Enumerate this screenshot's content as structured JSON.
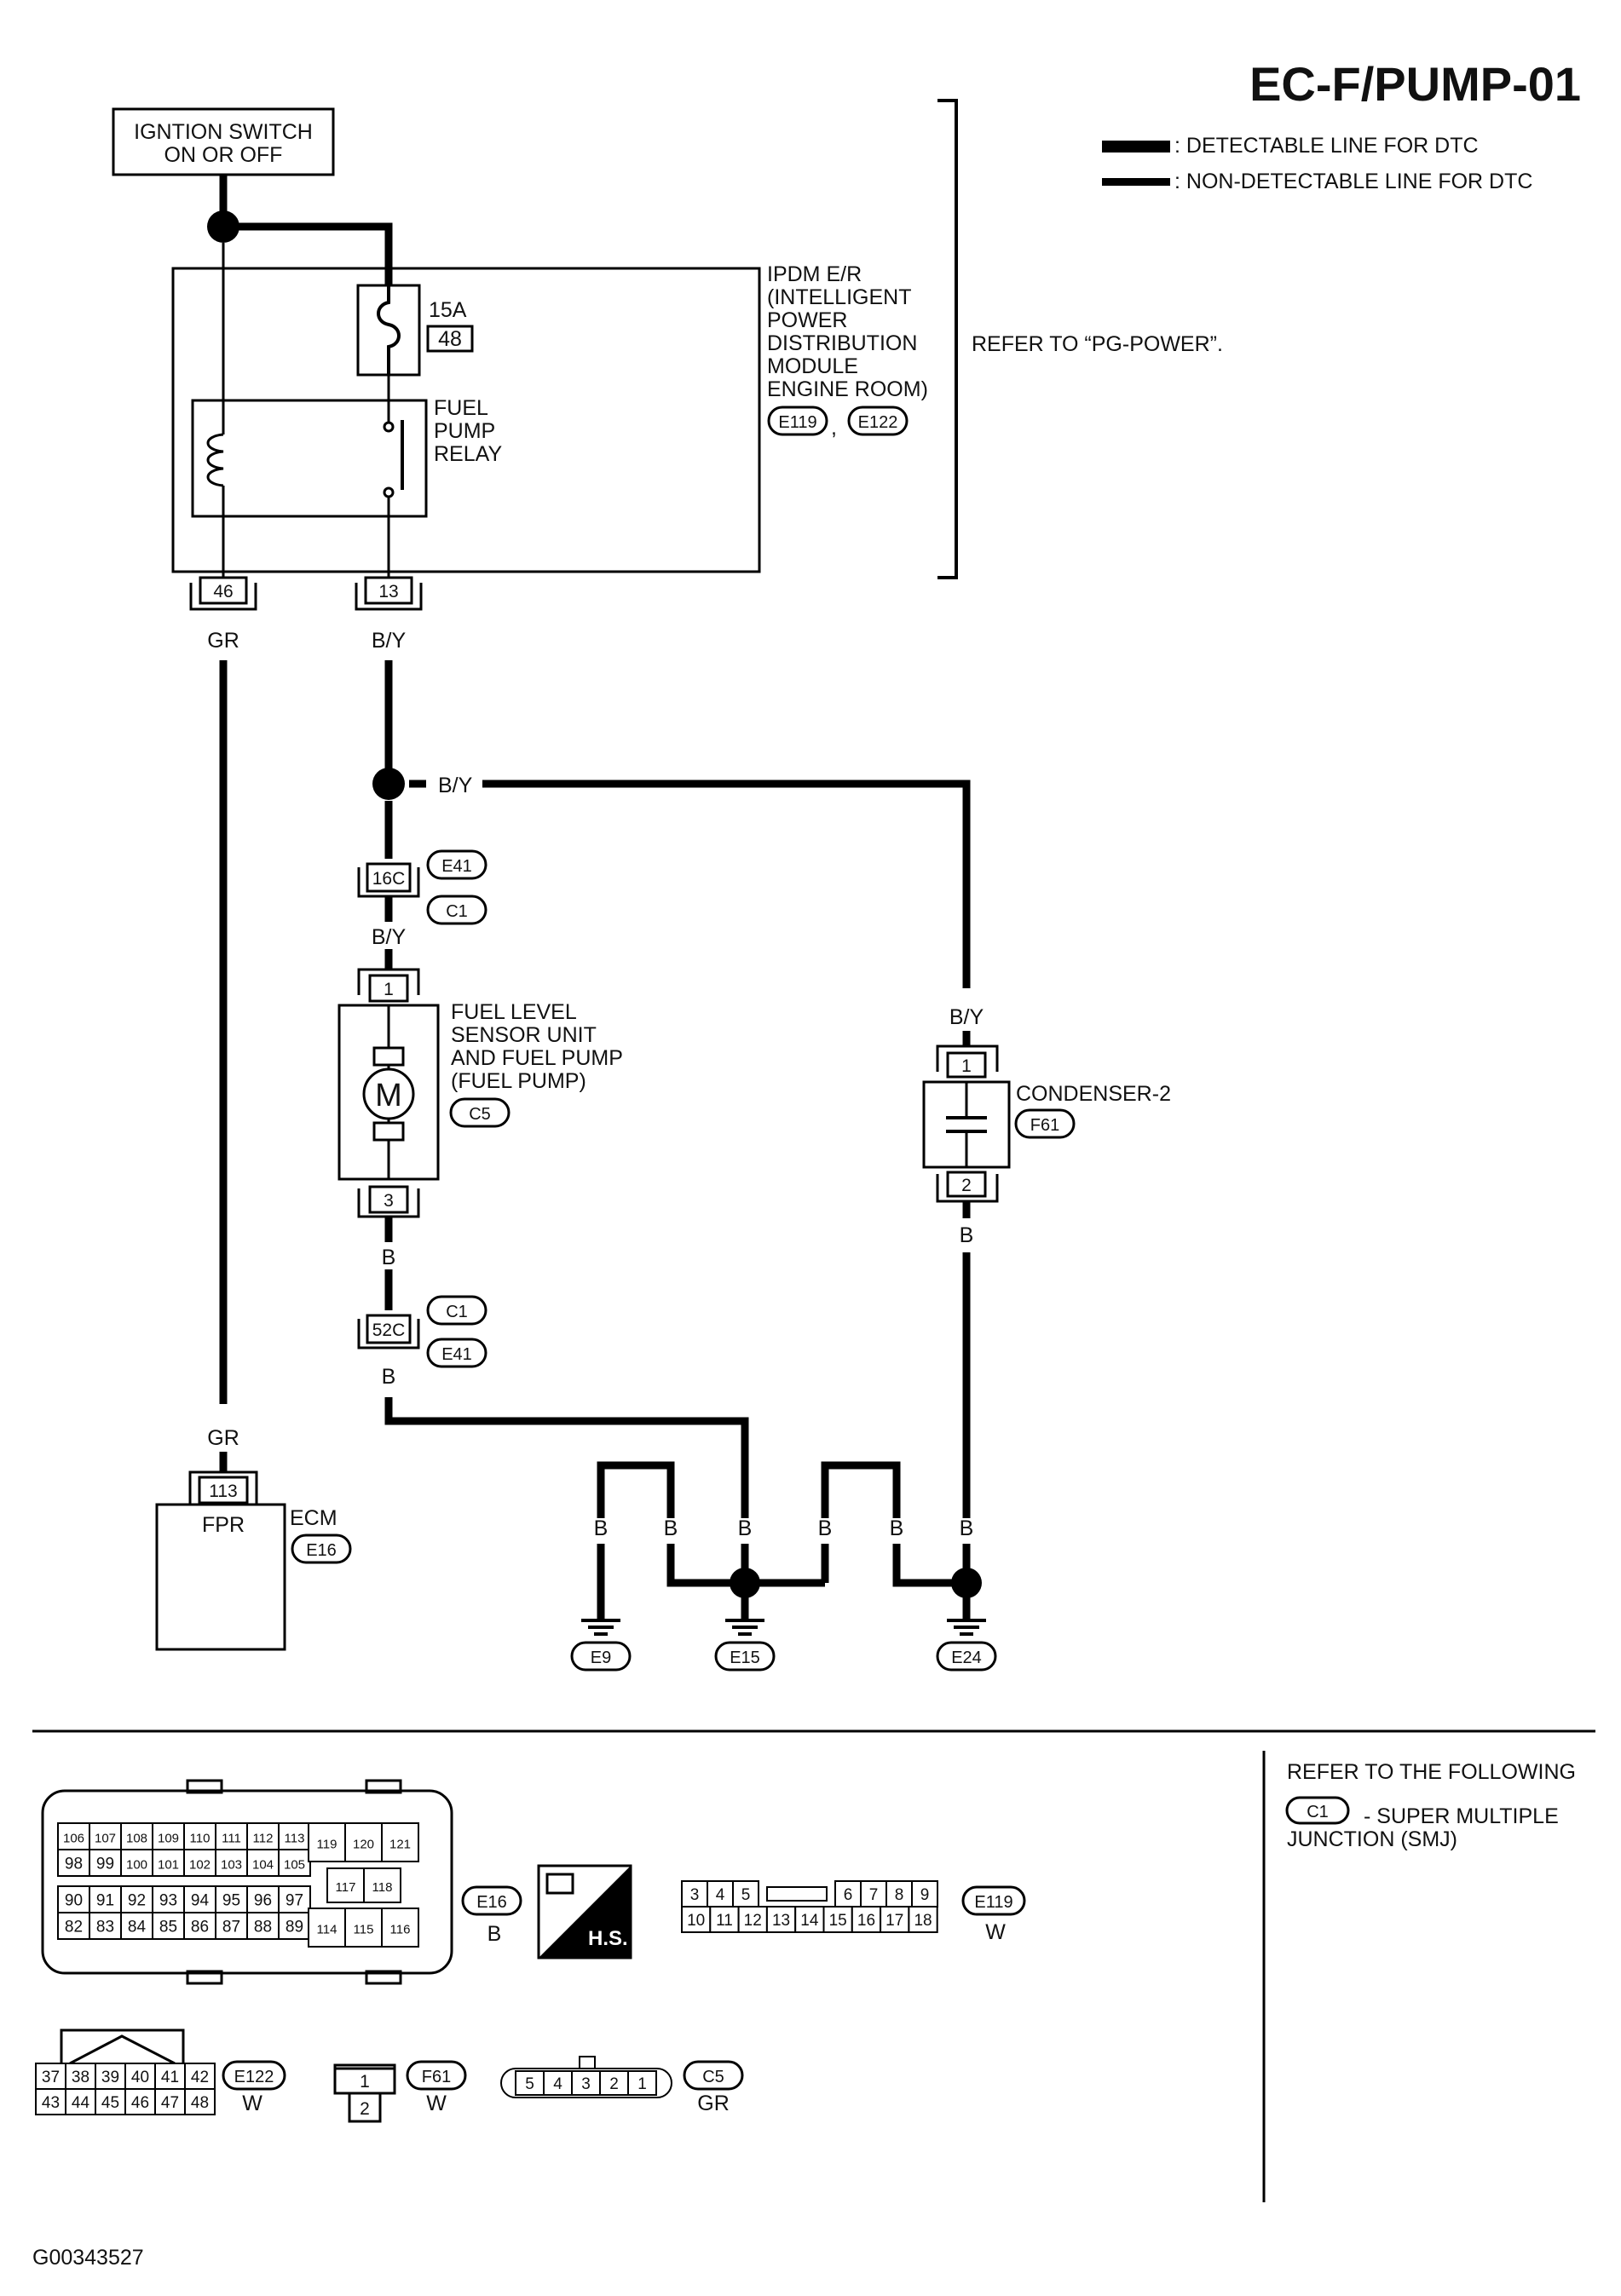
{
  "title": "EC-F/PUMP-01",
  "legend": {
    "detectable": ": DETECTABLE LINE FOR DTC",
    "non_detectable": ": NON-DETECTABLE LINE FOR DTC"
  },
  "ignition_switch": {
    "line1": "IGNTION SWITCH",
    "line2": "ON OR OFF"
  },
  "ipdm": {
    "lines": [
      "IPDM E/R",
      "(INTELLIGENT",
      "POWER",
      "DISTRIBUTION",
      "MODULE",
      "ENGINE ROOM)"
    ],
    "connector1": "E119",
    "separator": ",",
    "connector2": "E122",
    "refer": "REFER TO “PG-POWER”."
  },
  "fuse": {
    "rating": "15A",
    "number": "48"
  },
  "relay": {
    "lines": [
      "FUEL",
      "PUMP",
      "RELAY"
    ]
  },
  "pins": {
    "ipdm_46": "46",
    "ipdm_13": "13",
    "smj_16c": "16C",
    "pump_1": "1",
    "pump_3": "3",
    "smj_52c": "52C",
    "cond_1": "1",
    "cond_2": "2",
    "ecm_113": "113"
  },
  "wire_colors": {
    "gr_top": "GR",
    "by_top": "B/Y",
    "by_junction": "B/Y",
    "by_mid": "B/Y",
    "by_cond": "B/Y",
    "b_pump": "B",
    "b_smj": "B",
    "b_cond": "B",
    "gr_bottom": "GR",
    "g1": "B",
    "g2": "B",
    "g3": "B",
    "g4": "B",
    "g5": "B",
    "g6": "B"
  },
  "connectors": {
    "e41_a": "E41",
    "c1_a": "C1",
    "c5": "C5",
    "f61": "F61",
    "c1_b": "C1",
    "e41_b": "E41",
    "e16": "E16"
  },
  "fuel_pump": {
    "lines": [
      "FUEL LEVEL",
      "SENSOR UNIT",
      "AND FUEL PUMP",
      "(FUEL PUMP)"
    ],
    "motor": "M"
  },
  "condenser": {
    "label": "CONDENSER-2"
  },
  "ecm": {
    "pin_name": "FPR",
    "label": "ECM"
  },
  "grounds": [
    "E9",
    "E15",
    "E24"
  ],
  "legend_conn": {
    "e16_rows": [
      [
        "106",
        "107",
        "108",
        "109",
        "110",
        "111",
        "112",
        "113"
      ],
      [
        "98",
        "99",
        "100",
        "101",
        "102",
        "103",
        "104",
        "105"
      ],
      [
        "90",
        "91",
        "92",
        "93",
        "94",
        "95",
        "96",
        "97"
      ],
      [
        "82",
        "83",
        "84",
        "85",
        "86",
        "87",
        "88",
        "89"
      ]
    ],
    "e16_right_top": [
      "119",
      "120",
      "121"
    ],
    "e16_right_mid": [
      "117",
      "118"
    ],
    "e16_right_bot": [
      "114",
      "115",
      "116"
    ],
    "e16_id": "E16",
    "e16_color": "B",
    "hs": "H.S.",
    "e119_top": [
      "3",
      "4",
      "5",
      "6",
      "7",
      "8",
      "9"
    ],
    "e119_bot": [
      "10",
      "11",
      "12",
      "13",
      "14",
      "15",
      "16",
      "17",
      "18"
    ],
    "e119_id": "E119",
    "e119_color": "W",
    "e122_top": [
      "37",
      "38",
      "39",
      "40",
      "41",
      "42"
    ],
    "e122_bot": [
      "43",
      "44",
      "45",
      "46",
      "47",
      "48"
    ],
    "e122_id": "E122",
    "e122_color": "W",
    "f61_pins": [
      "1",
      "2"
    ],
    "f61_id": "F61",
    "f61_color": "W",
    "c5_pins": [
      "5",
      "4",
      "3",
      "2",
      "1"
    ],
    "c5_id": "C5",
    "c5_color": "GR"
  },
  "refer_box": {
    "line1": "REFER TO THE FOLLOWING",
    "conn": "C1",
    "line2": "- SUPER MULTIPLE",
    "line3": "JUNCTION (SMJ)"
  },
  "footer_id": "G00343527"
}
